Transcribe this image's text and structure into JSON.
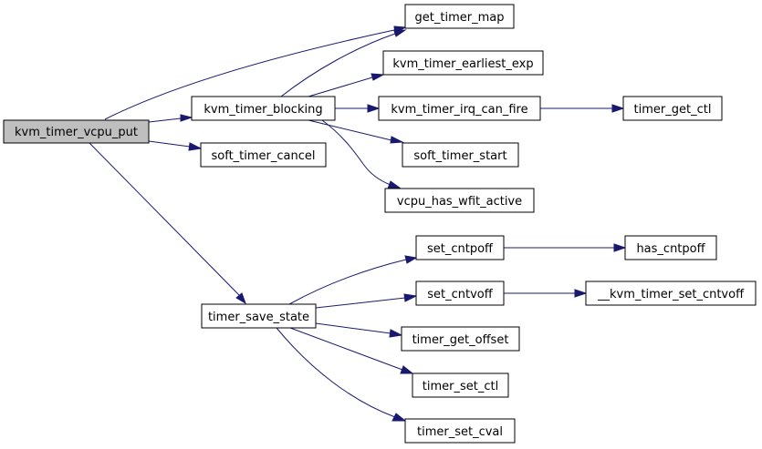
{
  "nodes": {
    "kvm_timer_vcpu_put": "kvm_timer_vcpu_put",
    "kvm_timer_blocking": "kvm_timer_blocking",
    "soft_timer_cancel": "soft_timer_cancel",
    "timer_save_state": "timer_save_state",
    "get_timer_map": "get_timer_map",
    "kvm_timer_earliest_exp": "kvm_timer_earliest_exp",
    "kvm_timer_irq_can_fire": "kvm_timer_irq_can_fire",
    "soft_timer_start": "soft_timer_start",
    "vcpu_has_wfit_active": "vcpu_has_wfit_active",
    "timer_get_ctl": "timer_get_ctl",
    "set_cntpoff": "set_cntpoff",
    "set_cntvoff": "set_cntvoff",
    "timer_get_offset": "timer_get_offset",
    "timer_set_ctl": "timer_set_ctl",
    "timer_set_cval": "timer_set_cval",
    "has_cntpoff": "has_cntpoff",
    "kvm_timer_set_cntvoff": "__kvm_timer_set_cntvoff"
  },
  "edges": [
    [
      "kvm_timer_vcpu_put",
      "get_timer_map"
    ],
    [
      "kvm_timer_vcpu_put",
      "kvm_timer_blocking"
    ],
    [
      "kvm_timer_vcpu_put",
      "soft_timer_cancel"
    ],
    [
      "kvm_timer_vcpu_put",
      "timer_save_state"
    ],
    [
      "kvm_timer_blocking",
      "get_timer_map"
    ],
    [
      "kvm_timer_blocking",
      "kvm_timer_earliest_exp"
    ],
    [
      "kvm_timer_blocking",
      "kvm_timer_irq_can_fire"
    ],
    [
      "kvm_timer_blocking",
      "soft_timer_start"
    ],
    [
      "kvm_timer_blocking",
      "vcpu_has_wfit_active"
    ],
    [
      "kvm_timer_irq_can_fire",
      "timer_get_ctl"
    ],
    [
      "timer_save_state",
      "set_cntpoff"
    ],
    [
      "timer_save_state",
      "set_cntvoff"
    ],
    [
      "timer_save_state",
      "timer_get_offset"
    ],
    [
      "timer_save_state",
      "timer_set_ctl"
    ],
    [
      "timer_save_state",
      "timer_set_cval"
    ],
    [
      "set_cntpoff",
      "has_cntpoff"
    ],
    [
      "set_cntvoff",
      "kvm_timer_set_cntvoff"
    ]
  ]
}
